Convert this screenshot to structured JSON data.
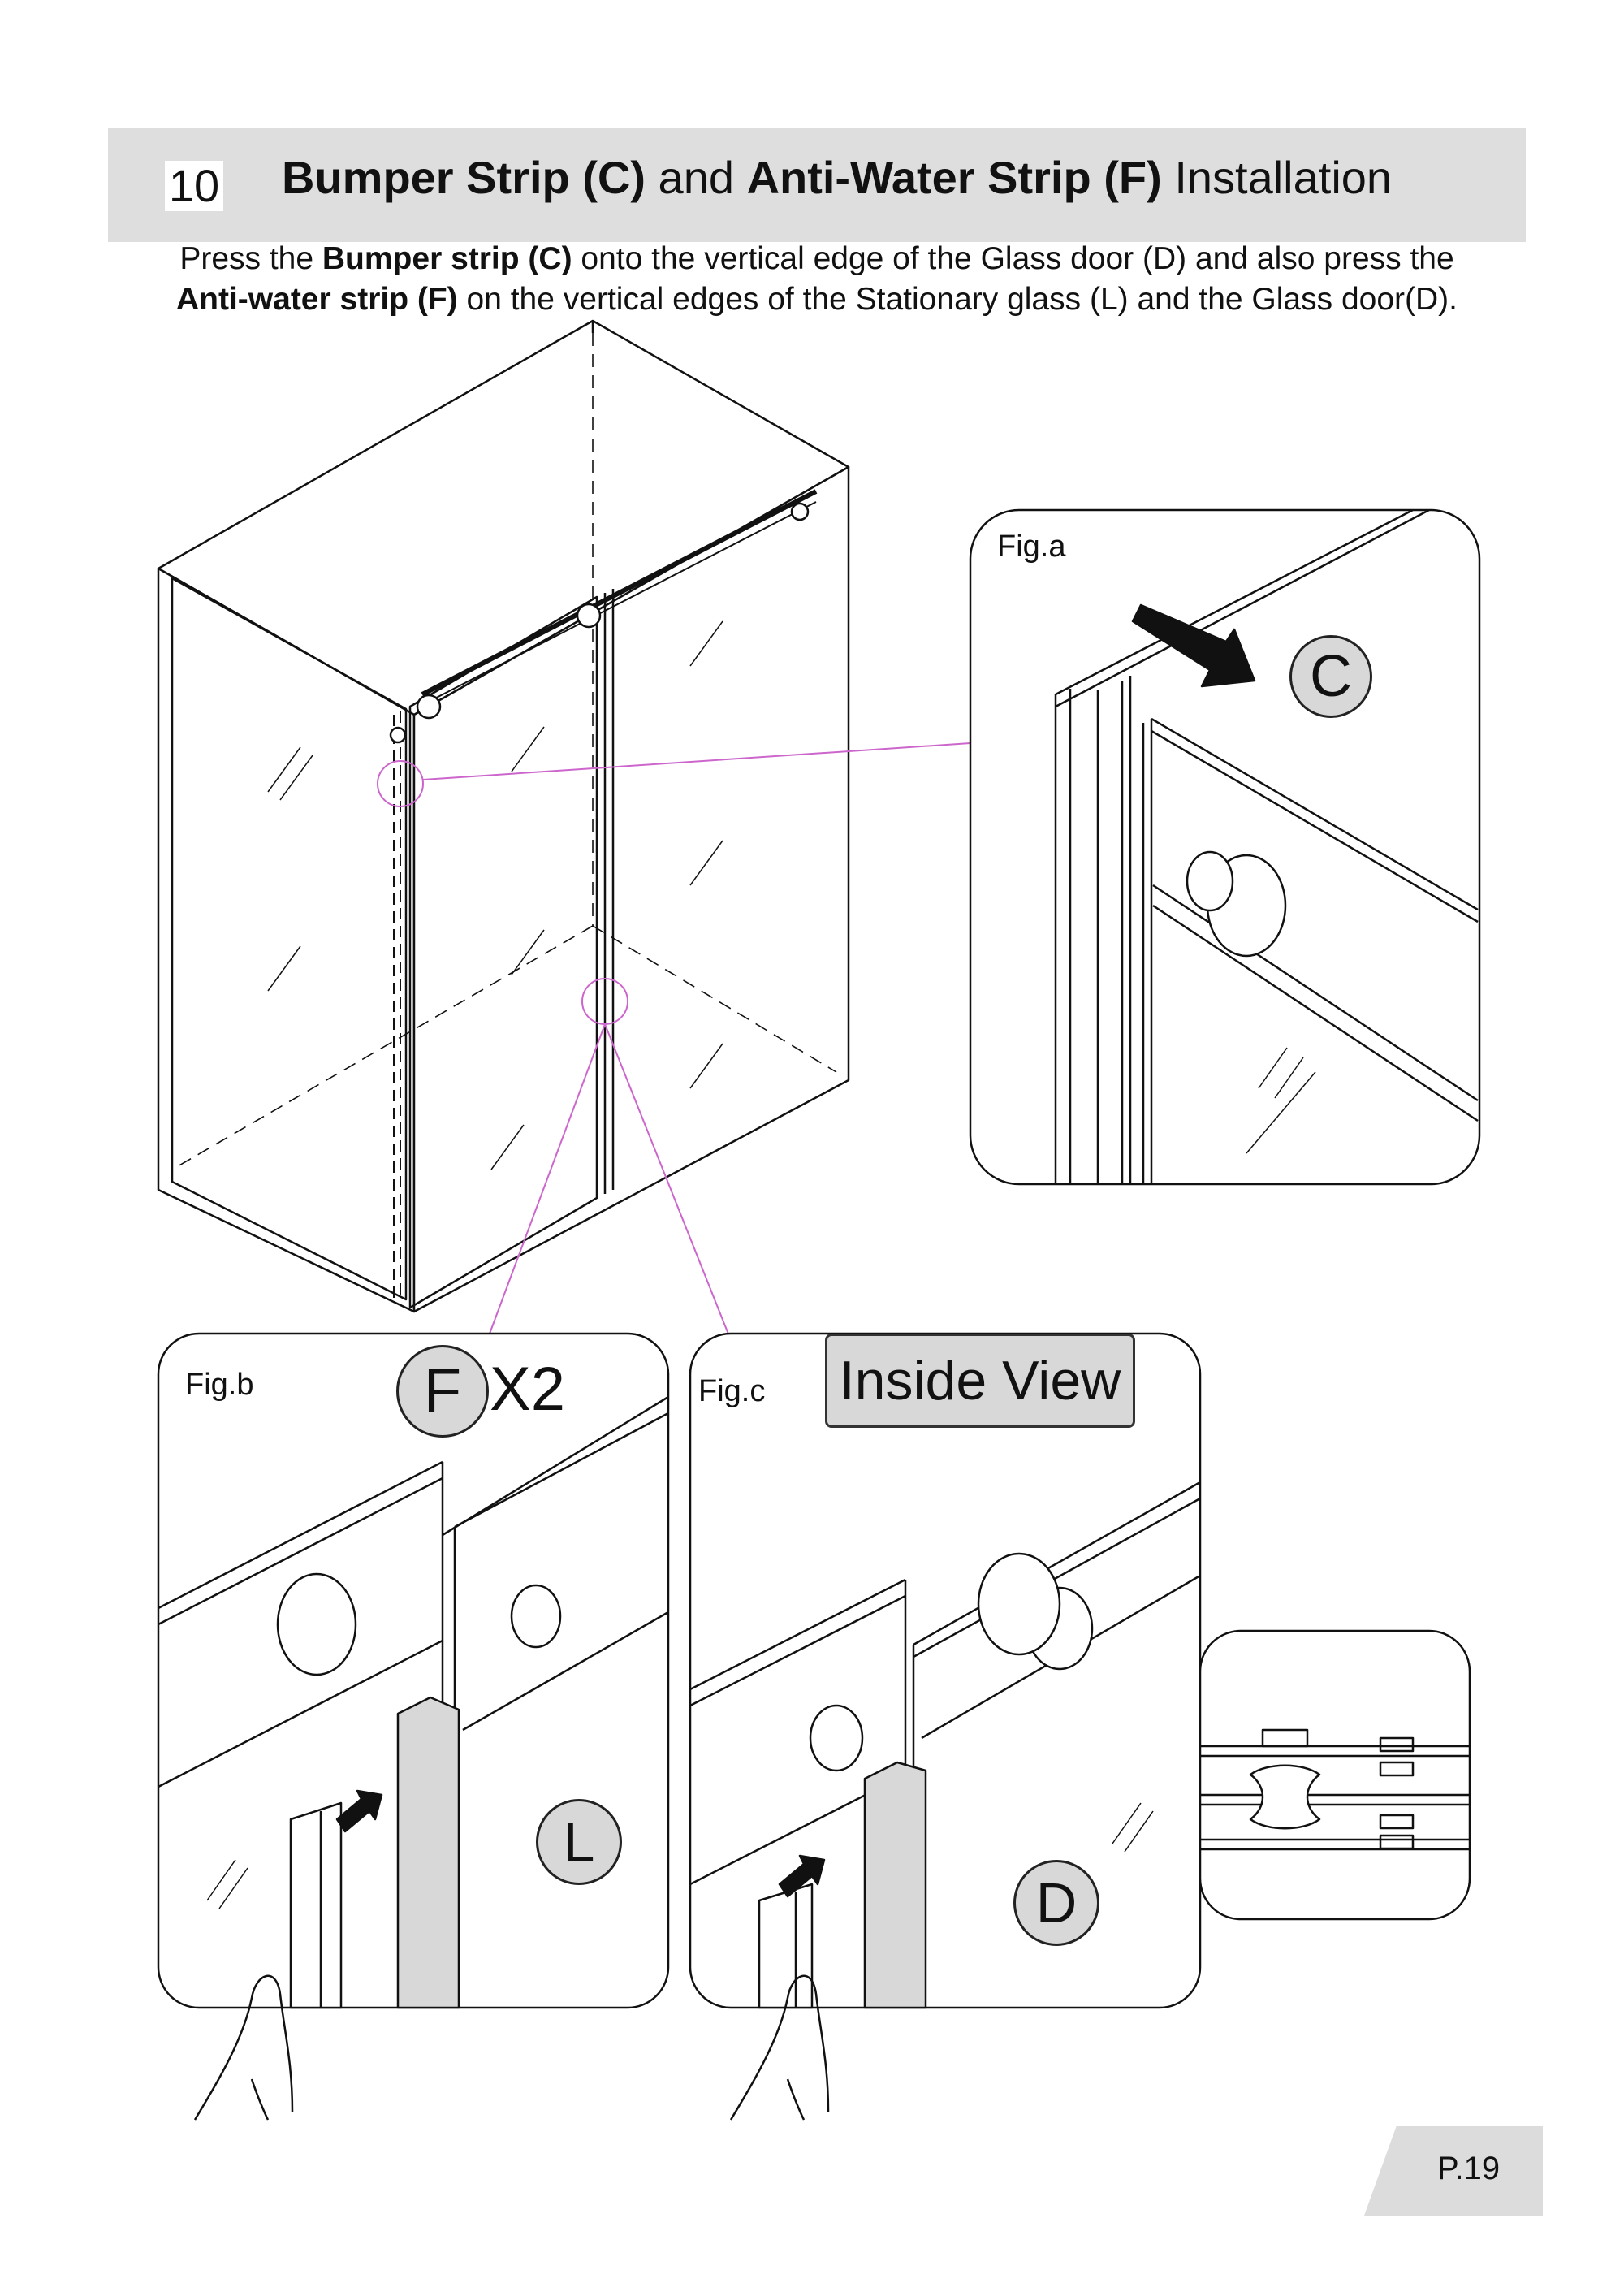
{
  "header": {
    "step_number": "10",
    "title_part1": "Bumper Strip (C)",
    "title_part2": " and ",
    "title_part3": "Anti-Water Strip (F)",
    "title_part4": " Installation"
  },
  "instructions": {
    "l1_a": "Press the ",
    "l1_b": "Bumper strip (C)",
    "l1_c": " onto the vertical edge of the Glass door (D) and also press the",
    "l2_a": "Anti-water strip (F)",
    "l2_b": " on the vertical edges of the Stationary glass (L) and the Glass door(D)."
  },
  "figures": {
    "fig_a": {
      "label": "Fig.a",
      "part": "C"
    },
    "fig_b": {
      "label": "Fig.b",
      "part": "F",
      "quantity": "X2",
      "glass_label": "L"
    },
    "fig_c": {
      "label": "Fig.c",
      "view": "Inside View",
      "glass_label": "D"
    }
  },
  "footer": {
    "page": "P.19"
  },
  "colors": {
    "banner": "#dedede",
    "badge": "#d8d8d8",
    "callout": "#cc66cc"
  }
}
